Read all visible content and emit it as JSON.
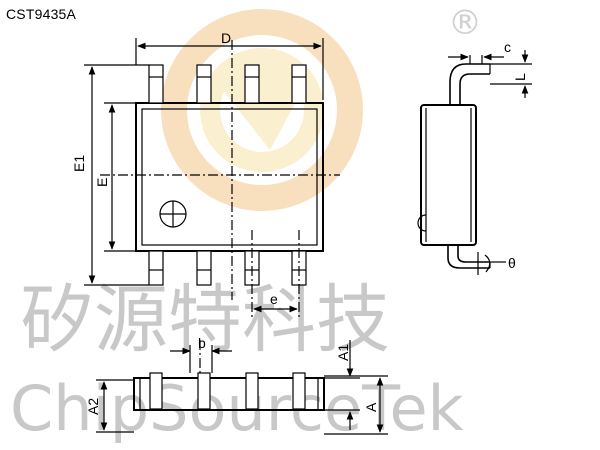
{
  "title": "CST9435A",
  "dimensions": {
    "D": "D",
    "E1": "E1",
    "E": "E",
    "e": "e",
    "b": "b",
    "A1": "A1",
    "A2": "A2",
    "A": "A",
    "c": "c",
    "L": "L",
    "theta": "θ"
  },
  "watermark": {
    "chinese": "矽源特科技",
    "english": "ChipSourceTek",
    "registered": "®"
  },
  "colors": {
    "line": "#000000",
    "watermark": "#c8c8c8",
    "logo_orange": "#f3c58a",
    "logo_yellow": "#f7e2a8"
  }
}
